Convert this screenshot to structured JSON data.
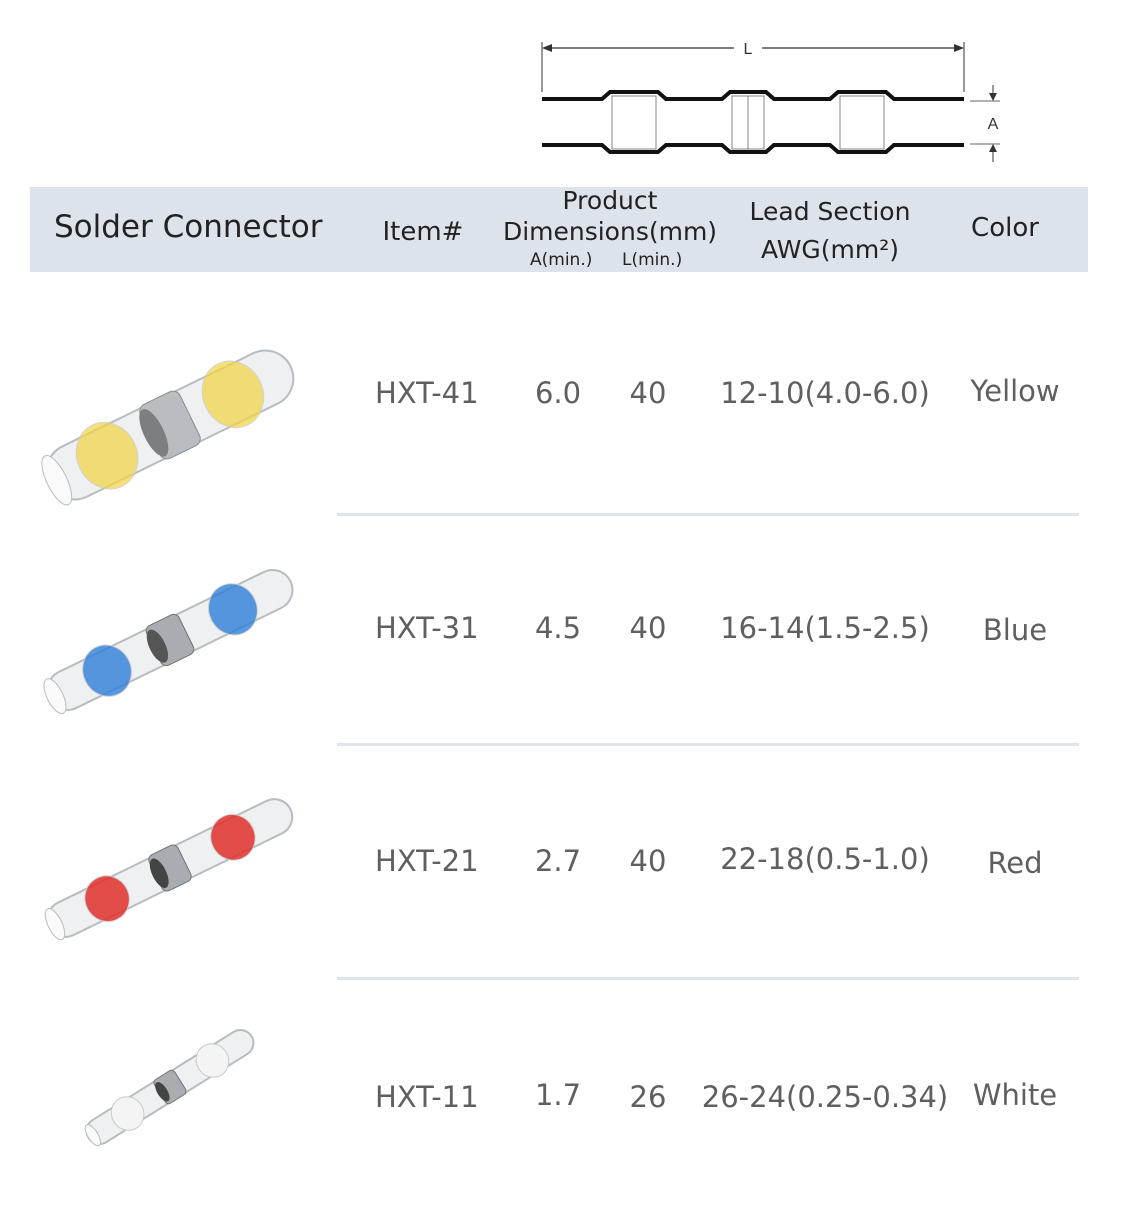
{
  "diagram": {
    "length_label": "L",
    "diameter_label": "A"
  },
  "header": {
    "product_col": "Solder Connector",
    "item_col": "Item#",
    "dim_col_line1": "Product",
    "dim_col_line2": "Dimensions(mm)",
    "dim_sub_a": "A(min.)",
    "dim_sub_l": "L(min.)",
    "lead_col_line1": "Lead Section",
    "lead_col_line2": "AWG(mm²)",
    "color_col": "Color"
  },
  "rows": [
    {
      "item": "HXT-41",
      "a": "6.0",
      "l": "40",
      "lead": "12-10(4.0-6.0)",
      "color": "Yellow",
      "band_color": "#f2d54a"
    },
    {
      "item": "HXT-31",
      "a": "4.5",
      "l": "40",
      "lead": "16-14(1.5-2.5)",
      "color": "Blue",
      "band_color": "#2f7fd8"
    },
    {
      "item": "HXT-21",
      "a": "2.7",
      "l": "40",
      "lead": "22-18(0.5-1.0)",
      "color": "Red",
      "band_color": "#e0302c"
    },
    {
      "item": "HXT-11",
      "a": "1.7",
      "l": "26",
      "lead": "26-24(0.25-0.34)",
      "color": "White",
      "band_color": "#f2f2f2"
    }
  ]
}
